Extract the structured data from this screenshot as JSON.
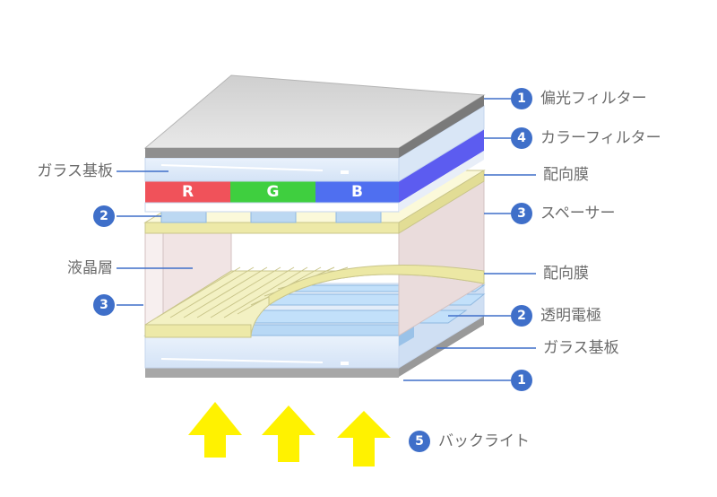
{
  "labels": {
    "polarizer_top": "偏光フィルター",
    "color_filter": "カラーフィルター",
    "alignment_top": "配向膜",
    "spacer": "スペーサー",
    "alignment_bottom": "配向膜",
    "transparent_electrode": "透明電極",
    "glass_bottom": "ガラス基板",
    "glass_top_left": "ガラス基板",
    "liquid_crystal": "液晶層",
    "backlight": "バックライト"
  },
  "numbers": {
    "polarizer_top": "1",
    "color_filter": "4",
    "spacer": "3",
    "transparent_electrode": "2",
    "polarizer_bottom": "1",
    "backlight": "5",
    "electrode_left": "2",
    "spacer_left": "3"
  },
  "rgb": {
    "r": "R",
    "g": "G",
    "b": "B"
  },
  "colors": {
    "badge": "#3f6fc9",
    "leader": "#3f6fc9",
    "red": "#f0525a",
    "green": "#3fcf3f",
    "blue": "#4f6ff0",
    "arrow": "#fff200",
    "lc_layer": "#f2f0c0",
    "glass": "#dde9f8"
  }
}
